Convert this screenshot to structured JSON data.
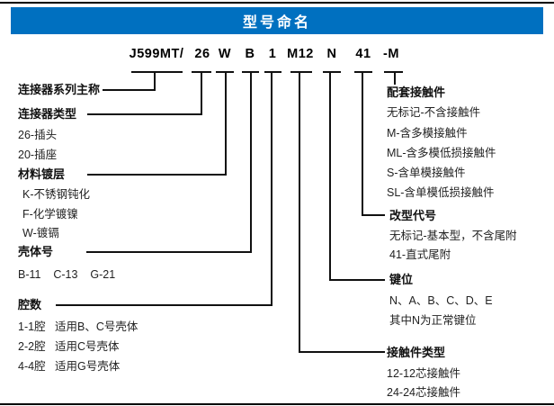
{
  "header": {
    "title": "型号命名"
  },
  "colors": {
    "header_bg": "#0070C0",
    "header_text": "#ffffff",
    "line": "#111111",
    "text": "#1a1a1a"
  },
  "part_number": {
    "segments": [
      "J599MT/",
      "26",
      "W",
      "B",
      "1",
      "M12",
      "N",
      "41",
      "-M"
    ]
  },
  "left_sections": [
    {
      "title": "连接器系列主称",
      "items": []
    },
    {
      "title": "连接器类型",
      "items": [
        "26-插头",
        "20-插座"
      ]
    },
    {
      "title": "材料镀层",
      "items": [
        "K-不锈钢钝化",
        "F-化学镀镍",
        "W-镀镉"
      ]
    },
    {
      "title": "壳体号",
      "items": [
        "B-11    C-13    G-21"
      ]
    },
    {
      "title": "腔数",
      "items": [
        "1-1腔   适用B、C号壳体",
        "2-2腔   适用C号壳体",
        "4-4腔   适用G号壳体"
      ]
    }
  ],
  "right_sections": [
    {
      "title": "配套接触件",
      "items": [
        "无标记-不含接触件",
        "M-含多模接触件",
        "ML-含多模低损接触件",
        "S-含单模接触件",
        "SL-含单模低损接触件"
      ]
    },
    {
      "title": "改型代号",
      "items": [
        "无标记-基本型，不含尾附",
        "41-直式尾附"
      ]
    },
    {
      "title": "键位",
      "items": [
        "N、A、B、C、D、E",
        "其中N为正常键位"
      ]
    },
    {
      "title": "接触件类型",
      "items": [
        "12-12芯接触件",
        "24-24芯接触件"
      ]
    }
  ]
}
